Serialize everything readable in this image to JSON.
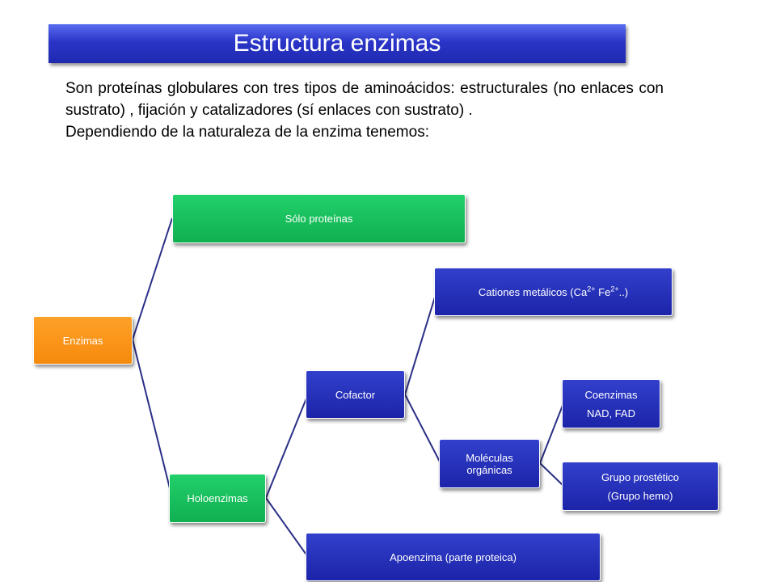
{
  "title": "Estructura enzimas",
  "intro": {
    "line1": "Son proteínas globulares con tres tipos de aminoácidos: estructurales (no enlaces con sustrato) , fijación y catalizadores (sí enlaces con sustrato) .",
    "line2": "Dependiendo de la naturaleza de la enzima tenemos:"
  },
  "tree": {
    "root": "Enzimas",
    "solo_proteinas": "Sólo proteínas",
    "holoenzimas": "Holoenzimas",
    "cofactor": "Cofactor",
    "cationes": {
      "prefix": "Cationes metálicos (Ca",
      "ca_charge": "2+",
      "middle": " Fe",
      "fe_charge": "2+",
      "suffix": "..)"
    },
    "moleculas_organicas": "Moléculas orgánicas",
    "coenzimas": {
      "line1": "Coenzimas",
      "line2": "NAD, FAD"
    },
    "grupo_prostetico": {
      "line1": "Grupo prostético",
      "line2": "(Grupo hemo)"
    },
    "apoenzima": "Apoenzima (parte proteica)"
  },
  "colors": {
    "title_bar": "#2a35c8",
    "node_blue": "#1f29b0",
    "node_green": "#12b854",
    "node_orange": "#f7930f",
    "connector": "#2b2f86"
  }
}
